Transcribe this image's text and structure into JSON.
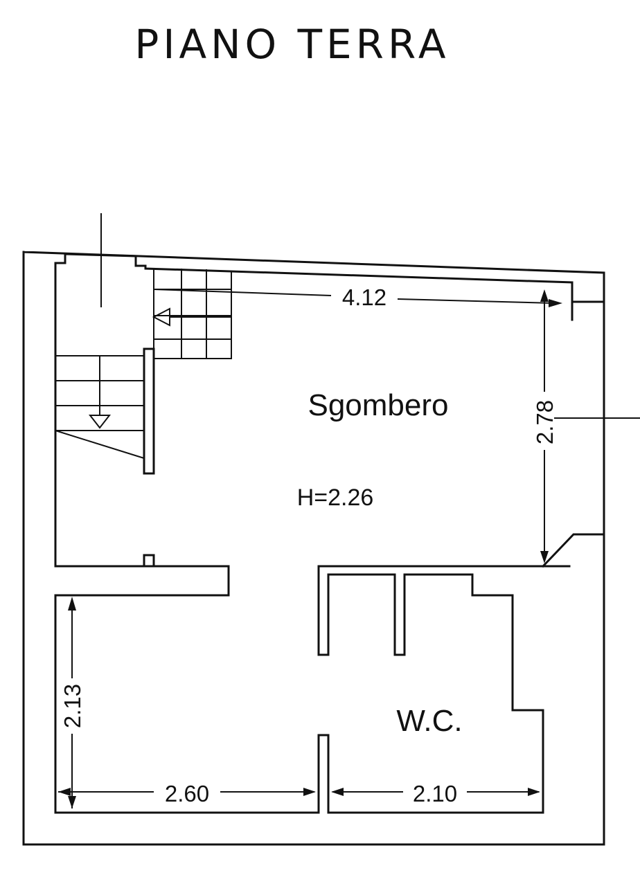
{
  "title": "PIANO TERRA",
  "rooms": {
    "main_name": "Sgombero",
    "main_height": "H=2.26",
    "wc_name": "W.C."
  },
  "dimensions": {
    "top_width": "4.12",
    "right_height": "2.78",
    "left_height": "2.13",
    "bottom_left_width": "2.60",
    "bottom_right_width": "2.10"
  }
}
